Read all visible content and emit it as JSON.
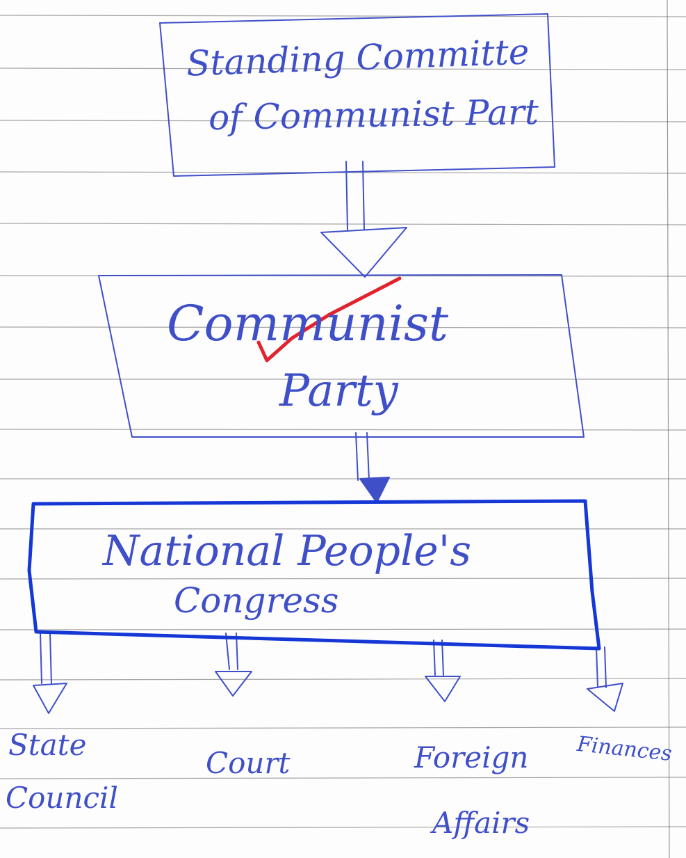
{
  "diagram": {
    "nodes": {
      "standing_committee": {
        "lines": [
          "Standing Committe",
          "of Communist Part"
        ]
      },
      "communist_party": {
        "lines": [
          "Communist",
          "Party"
        ]
      },
      "npc": {
        "lines": [
          "National People's",
          "Congress"
        ]
      },
      "children": [
        {
          "lines": [
            "State",
            "Council"
          ]
        },
        {
          "lines": [
            "Court"
          ]
        },
        {
          "lines": [
            "Foreign",
            "Affairs"
          ]
        },
        {
          "lines": [
            "Finances"
          ]
        }
      ]
    },
    "edges": [
      [
        "standing_committee",
        "communist_party"
      ],
      [
        "communist_party",
        "npc"
      ],
      [
        "npc",
        "State Council"
      ],
      [
        "npc",
        "Court"
      ],
      [
        "npc",
        "Foreign Affairs"
      ],
      [
        "npc",
        "Finances"
      ]
    ]
  },
  "colors": {
    "ink": "#3f4fc8",
    "ink_heavy": "#1537d6",
    "correction": "#e0242e",
    "paper": "#fdfdfd",
    "rule": "#8a8a8a"
  }
}
